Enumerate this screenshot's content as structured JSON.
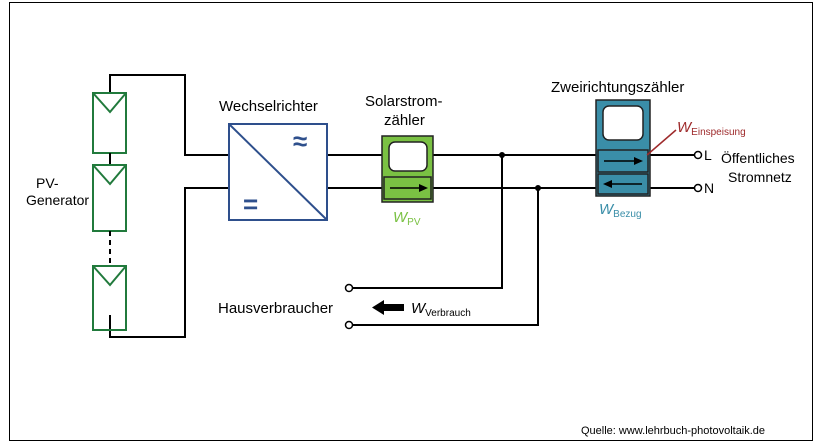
{
  "labels": {
    "pv_generator_line1": "PV-",
    "pv_generator_line2": "Generator",
    "inverter": "Wechselrichter",
    "inverter_ac_symbol": "≈",
    "inverter_dc_symbol": "=",
    "solar_meter_line1": "Solarstrom-",
    "solar_meter_line2": "zähler",
    "solar_meter_energy_W": "W",
    "solar_meter_energy_sub": "PV",
    "bidirectional_meter": "Zweirichtungszähler",
    "feed_in_W": "W",
    "feed_in_sub": "Einspeisung",
    "consumption_W": "W",
    "consumption_sub": "Bezug",
    "house_consumers": "Hausverbraucher",
    "house_energy_W": "W",
    "house_energy_sub": "Verbrauch",
    "terminal_L": "L",
    "terminal_N": "N",
    "grid_line1": "Öffentliches",
    "grid_line2": "Stromnetz",
    "source": "Quelle: www.lehrbuch-photovoltaik.de"
  },
  "colors": {
    "pv_green": "#217a3c",
    "inverter_blue": "#2e4f8c",
    "solar_meter_green": "#7ac143",
    "bidirectional_teal": "#3a8ea8",
    "feed_in_red": "#9e2a2b",
    "consumption_teal": "#3a8ea8"
  }
}
